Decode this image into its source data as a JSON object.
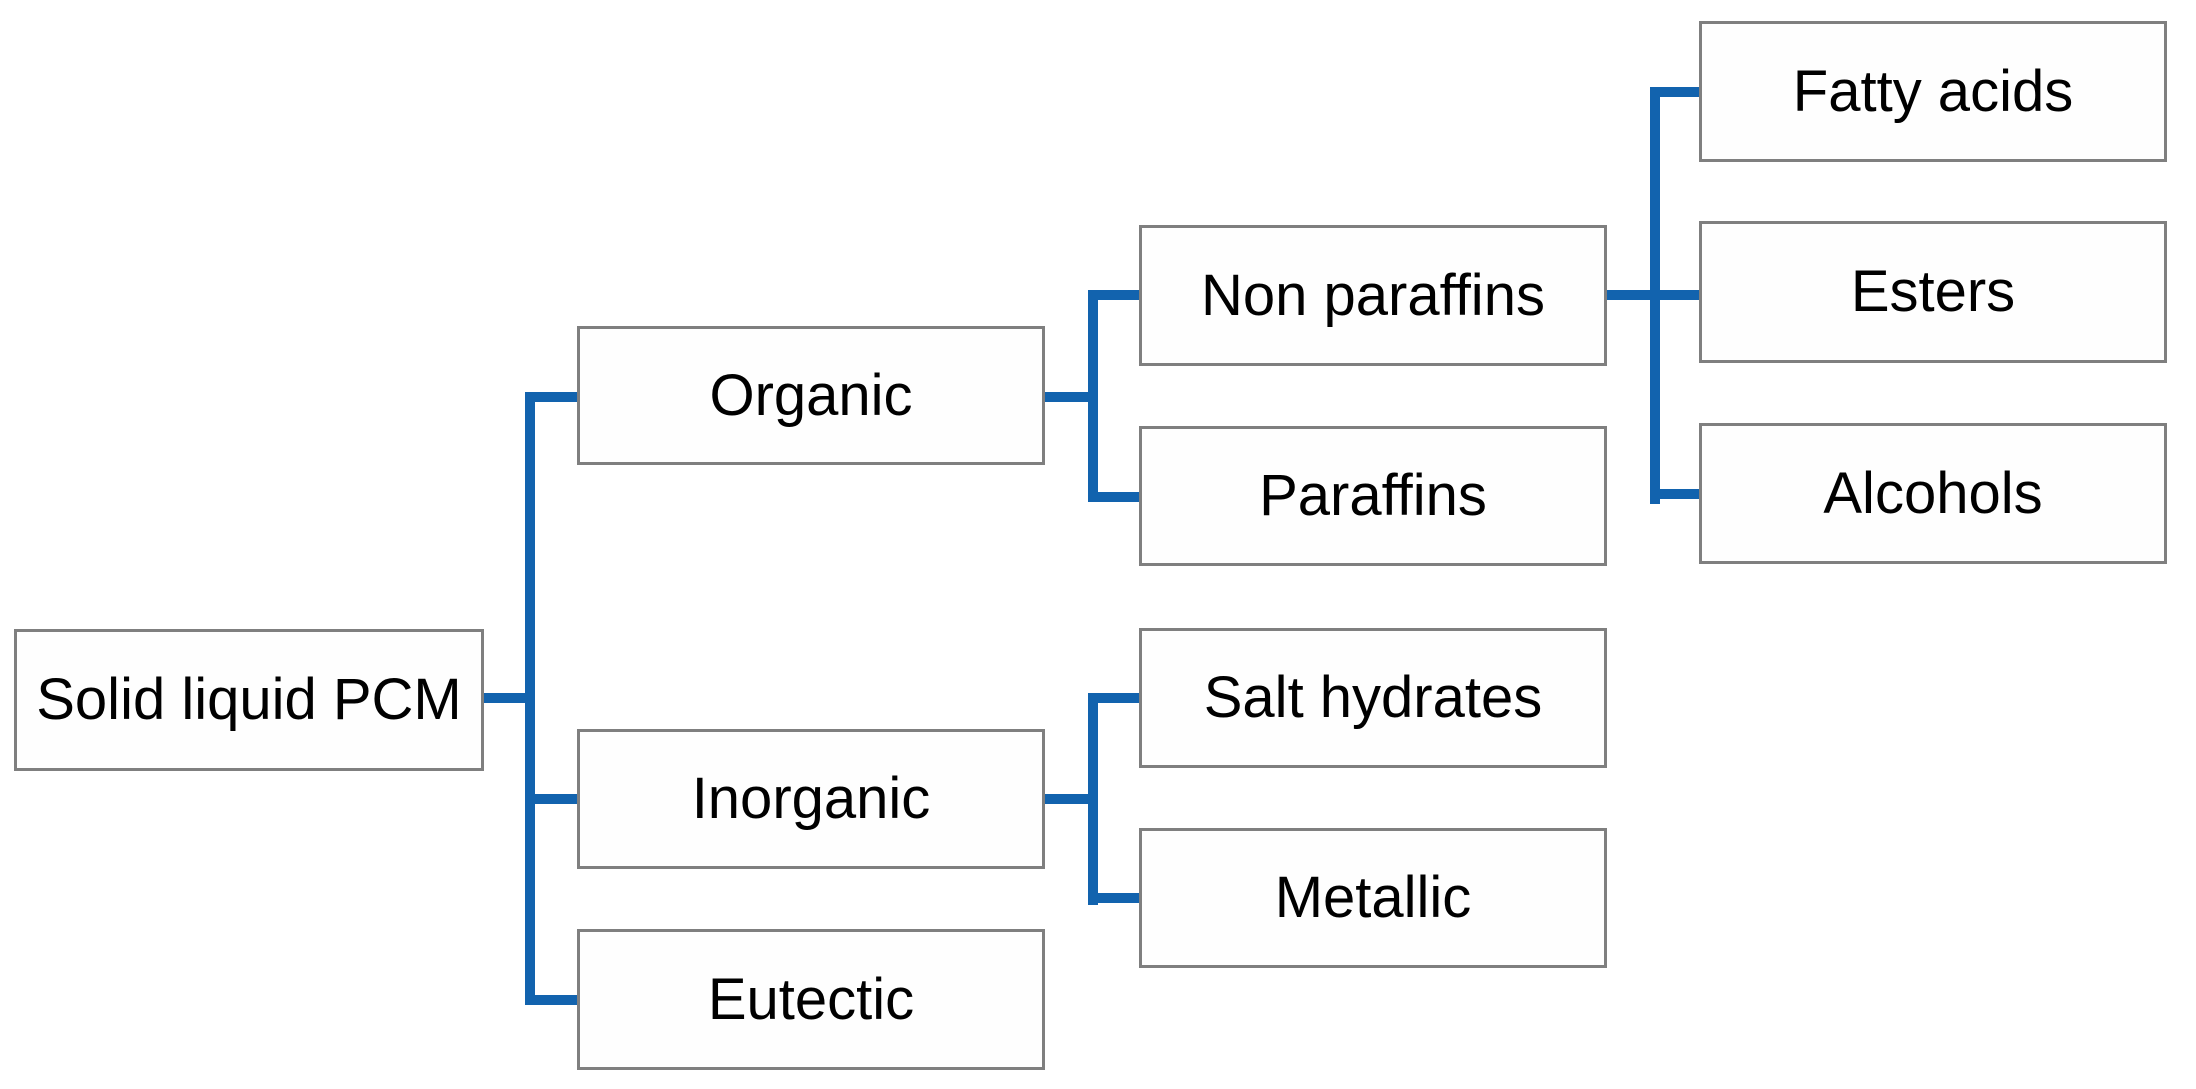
{
  "diagram": {
    "type": "tree",
    "orientation": "left-to-right",
    "root_id": "root"
  },
  "nodes": {
    "root": {
      "label": "Solid liquid PCM",
      "children": [
        "organic",
        "inorganic",
        "eutectic"
      ]
    },
    "organic": {
      "label": "Organic",
      "children": [
        "non_paraffins",
        "paraffins"
      ]
    },
    "inorganic": {
      "label": "Inorganic",
      "children": [
        "salt_hydrates",
        "metallic"
      ]
    },
    "eutectic": {
      "label": "Eutectic",
      "children": []
    },
    "non_paraffins": {
      "label": "Non paraffins",
      "children": [
        "fatty_acids",
        "esters",
        "alcohols"
      ]
    },
    "paraffins": {
      "label": "Paraffins",
      "children": []
    },
    "salt_hydrates": {
      "label": "Salt hydrates",
      "children": []
    },
    "metallic": {
      "label": "Metallic",
      "children": []
    },
    "fatty_acids": {
      "label": "Fatty acids",
      "children": []
    },
    "esters": {
      "label": "Esters",
      "children": []
    },
    "alcohols": {
      "label": "Alcohols",
      "children": []
    }
  },
  "colors": {
    "connector": "#1263AE",
    "box_border": "#7F7F7F",
    "box_fill": "#FEFEFE",
    "text": "#000000",
    "background": "#FFFFFF"
  }
}
